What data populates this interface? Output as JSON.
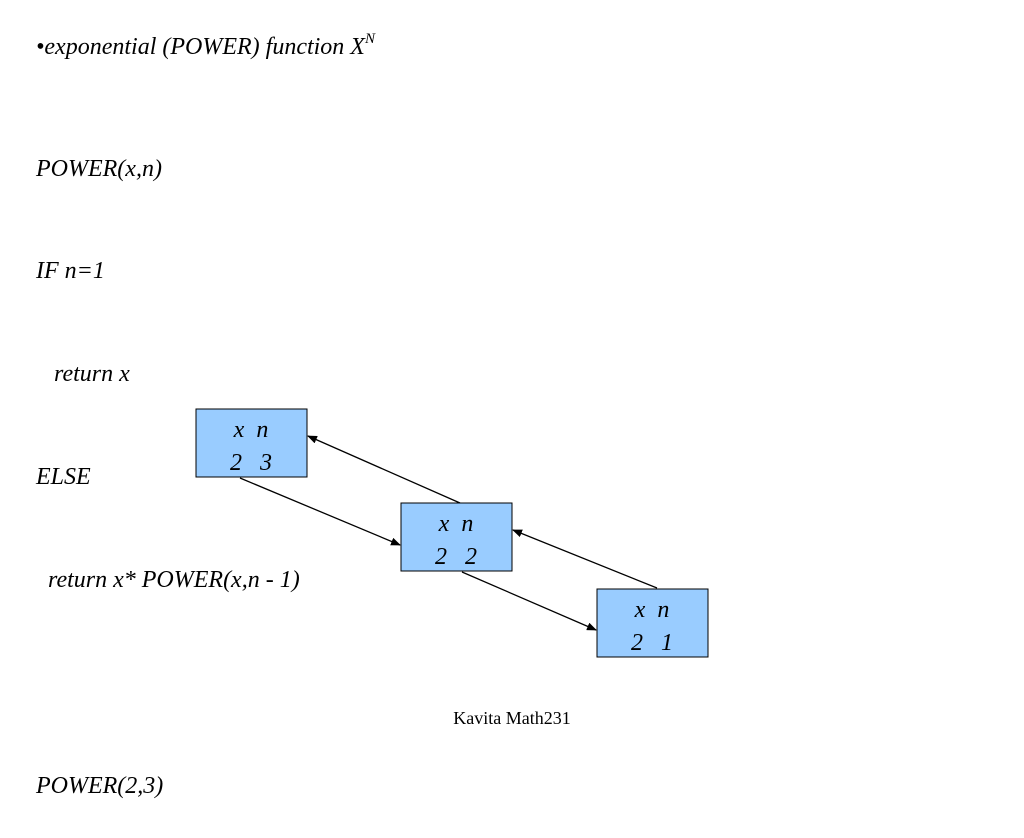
{
  "slide": {
    "title_prefix": "•exponential (POWER) function X",
    "title_superscript": "N",
    "code_lines": [
      "POWER(x,n)",
      "IF n=1",
      "   return x",
      "ELSE",
      "  return x* POWER(x,n - 1)",
      "",
      "POWER(2,3)"
    ]
  },
  "diagram": {
    "boxes": [
      {
        "header": "x  n",
        "values": "2   3"
      },
      {
        "header": "x  n",
        "values": "2   2"
      },
      {
        "header": "x  n",
        "values": "2   1"
      }
    ]
  },
  "footer": {
    "text": "Kavita Math231"
  }
}
